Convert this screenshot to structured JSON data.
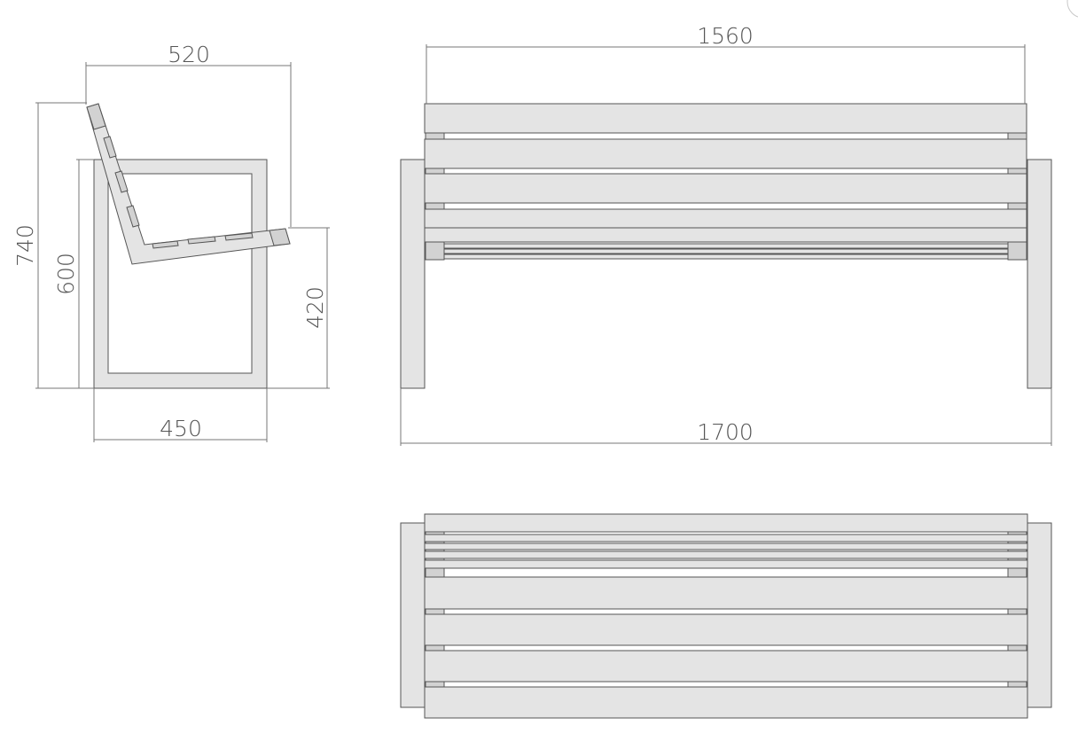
{
  "dimensions": {
    "side_total_depth": "520",
    "side_total_height": "740",
    "side_frame_height": "600",
    "side_seat_height": "420",
    "side_frame_depth": "450",
    "front_seat_width": "1560",
    "front_total_width": "1700"
  },
  "views": [
    "side-view",
    "front-view",
    "top-view"
  ],
  "colors": {
    "material_fill": "#e4e4e4",
    "line": "#555555",
    "dimension_line": "#777777",
    "background": "#ffffff"
  }
}
